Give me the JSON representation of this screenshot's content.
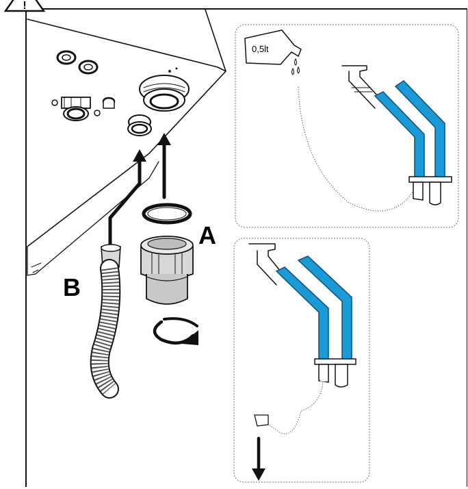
{
  "labels": {
    "part_a": "A",
    "part_b": "B",
    "bottle_volume": "0,5lt",
    "warning_symbol": "!"
  },
  "colors": {
    "pipe_blue": "#1a9ad6",
    "ink": "#111111"
  },
  "icons": {
    "warning": "warning-triangle-icon",
    "rotate": "rotate-clockwise-icon",
    "arrow_up": "arrow-up-icon",
    "arrow_down": "arrow-down-icon"
  }
}
